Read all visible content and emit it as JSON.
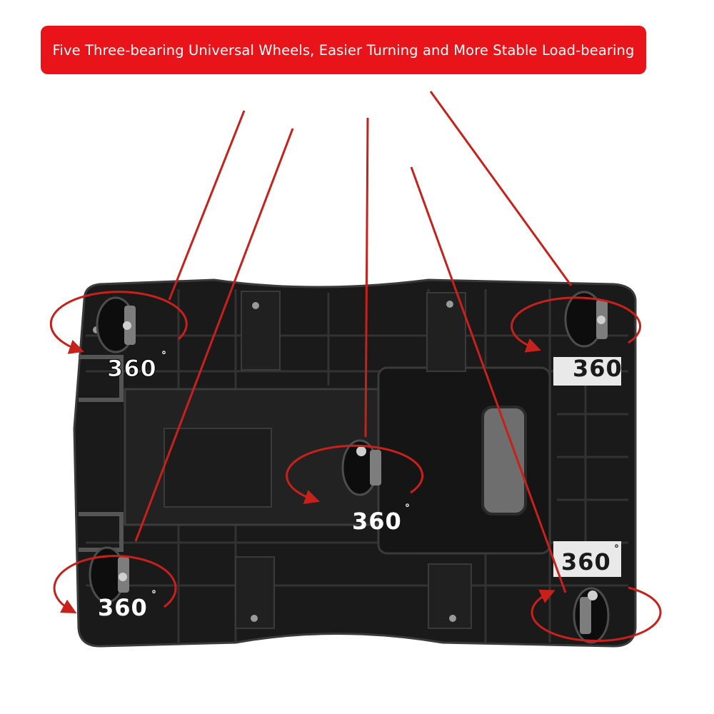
{
  "banner": {
    "text": "Five Three-bearing Universal Wheels, Easier Turning and More Stable Load-bearing"
  },
  "wheels": [
    {
      "id": "top-left",
      "rotation_label": "360",
      "degree_mark": "°"
    },
    {
      "id": "top-right",
      "rotation_label": "360",
      "degree_mark": "°"
    },
    {
      "id": "center",
      "rotation_label": "360",
      "degree_mark": "°"
    },
    {
      "id": "mid-right",
      "rotation_label": "360",
      "degree_mark": "°"
    },
    {
      "id": "bottom-left",
      "rotation_label": "360",
      "degree_mark": "°"
    }
  ],
  "colors": {
    "accent_red": "#e8141a",
    "pointer_red": "#c8201a",
    "dolly_black": "#1a1a1a"
  }
}
